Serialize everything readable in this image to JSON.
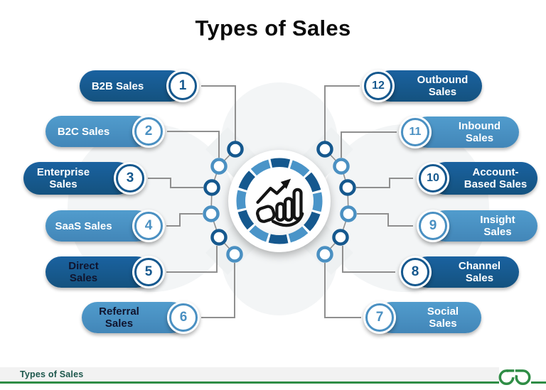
{
  "title": "Types of Sales",
  "colors": {
    "dark_blue": "#15588e",
    "light_blue": "#4a90c2",
    "connector_gray": "#8f8f8f",
    "brand_green": "#2f8d46",
    "footer_text": "#1d574c",
    "pill_dark_text": "#10142e"
  },
  "left_items": [
    {
      "number": "1",
      "label": "B2B Sales",
      "tone": "dark"
    },
    {
      "number": "2",
      "label": "B2C Sales",
      "tone": "light"
    },
    {
      "number": "3",
      "label": "Enterprise Sales",
      "tone": "dark"
    },
    {
      "number": "4",
      "label": "SaaS Sales",
      "tone": "light"
    },
    {
      "number": "5",
      "label": "Direct Sales",
      "tone": "dark"
    },
    {
      "number": "6",
      "label": "Referral Sales",
      "tone": "light"
    }
  ],
  "right_items": [
    {
      "number": "12",
      "label": "Outbound Sales",
      "tone": "dark"
    },
    {
      "number": "11",
      "label": "Inbound Sales",
      "tone": "light"
    },
    {
      "number": "10",
      "label": "Account-Based Sales",
      "tone": "dark"
    },
    {
      "number": "9",
      "label": "Insight Sales",
      "tone": "light"
    },
    {
      "number": "8",
      "label": "Channel Sales",
      "tone": "dark"
    },
    {
      "number": "7",
      "label": "Social Sales",
      "tone": "light"
    }
  ],
  "center": {
    "icon": "hand-holding-growth-chart-icon"
  },
  "footer": {
    "label": "Types of Sales",
    "logo": "geeksforgeeks-logo"
  }
}
